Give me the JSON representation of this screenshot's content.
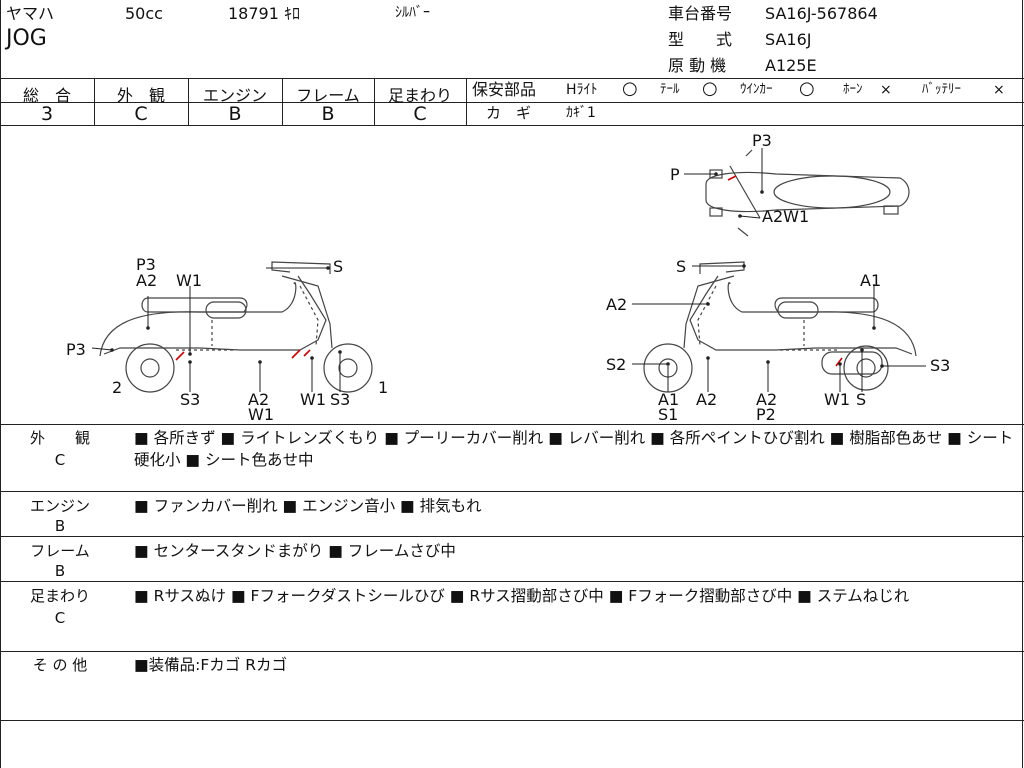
{
  "header": {
    "maker": "ヤマハ",
    "displacement": "50cc",
    "mileage": "18791 ｷﾛ",
    "color": "ｼﾙﾊﾞｰ",
    "model_name": "JOG",
    "frame_no_label": "車台番号",
    "frame_no": "SA16J-567864",
    "model_label": "型　　式",
    "model": "SA16J",
    "engine_label": "原 動 機",
    "engine": "A125E"
  },
  "grades": {
    "columns": [
      {
        "label": "総　合",
        "value": "3"
      },
      {
        "label": "外　観",
        "value": "C"
      },
      {
        "label": "エンジン",
        "value": "B"
      },
      {
        "label": "フレーム",
        "value": "B"
      },
      {
        "label": "足まわり",
        "value": "C"
      }
    ]
  },
  "safety": {
    "label": "保安部品",
    "items": [
      {
        "name": "Hﾗｲﾄ",
        "mark": "○"
      },
      {
        "name": "ﾃｰﾙ",
        "mark": "○"
      },
      {
        "name": "ｳｲﾝｶｰ",
        "mark": "○"
      },
      {
        "name": "ﾎｰﾝ",
        "mark": "×"
      },
      {
        "name": "ﾊﾞｯﾃﾘｰ",
        "mark": "×"
      }
    ],
    "key_label": "カ　ギ",
    "key_value": "ｶｷﾞ1"
  },
  "diagram": {
    "left_labels": [
      "P3",
      "A2",
      "W1",
      "S",
      "P3",
      "2",
      "S3",
      "A2",
      "W1",
      "W1",
      "S3",
      "1"
    ],
    "right_labels": [
      "S",
      "A1",
      "A2",
      "S2",
      "A1",
      "S1",
      "A2",
      "A2",
      "P2",
      "W1",
      "S",
      "S3"
    ],
    "top_labels": [
      "P3",
      "P",
      "A2W1"
    ]
  },
  "sections": [
    {
      "label": "外　　観",
      "grade": "C",
      "text": "■ 各所きず ■ ライトレンズくもり ■ プーリーカバー削れ ■ レバー削れ ■ 各所ペイントひび割れ ■ 樹脂部色あせ ■ シート硬化小 ■ シート色あせ中"
    },
    {
      "label": "エンジン",
      "grade": "B",
      "text": "■ ファンカバー削れ ■ エンジン音小 ■ 排気もれ"
    },
    {
      "label": "フレーム",
      "grade": "B",
      "text": "■ センタースタンドまがり ■ フレームさび中"
    },
    {
      "label": "足まわり",
      "grade": "C",
      "text": "■ Rサスぬけ ■ Fフォークダストシールひび ■ Rサス摺動部さび中 ■ Fフォーク摺動部さび中 ■ ステムねじれ"
    },
    {
      "label": "そ の 他",
      "grade": "",
      "text": "■装備品:Fカゴ Rカゴ"
    }
  ]
}
